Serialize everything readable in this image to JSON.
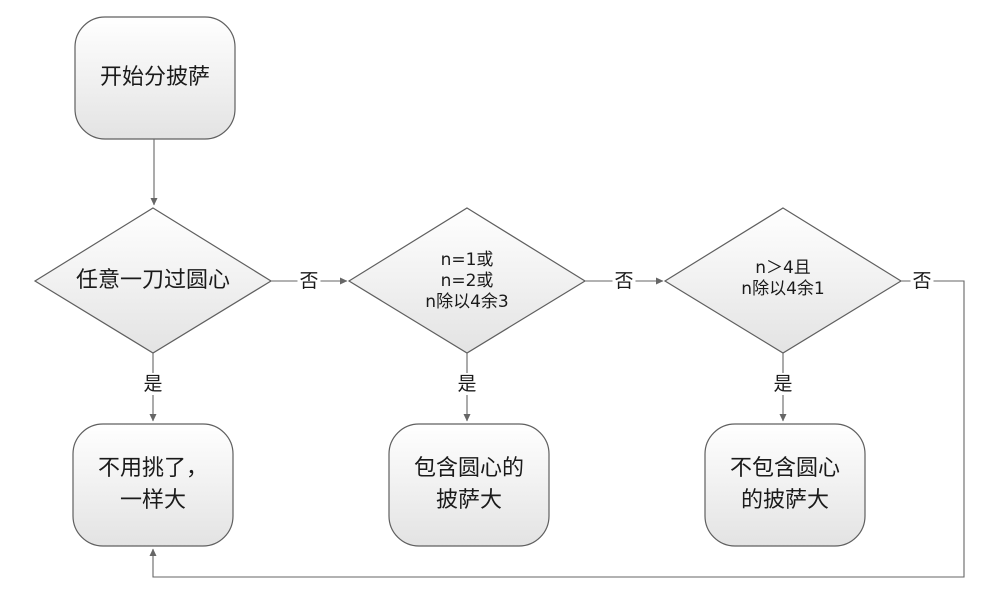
{
  "nodes": {
    "start": "开始分披萨",
    "decision1": "任意一刀过圆心",
    "decision2": [
      "n=1或",
      "n=2或",
      "n除以4余3"
    ],
    "decision3": [
      "n＞4且",
      "n除以4余1"
    ],
    "result1": [
      "不用挑了，",
      "一样大"
    ],
    "result2": [
      "包含圆心的",
      "披萨大"
    ],
    "result3": [
      "不包含圆心",
      "的披萨大"
    ]
  },
  "edges": {
    "d1_no": "否",
    "d1_yes": "是",
    "d2_no": "否",
    "d2_yes": "是",
    "d3_no": "否",
    "d3_yes": "是"
  },
  "colors": {
    "stroke": "#5f5f5f",
    "fill_light": "#ffffff",
    "fill_dark": "#e3e3e3"
  }
}
